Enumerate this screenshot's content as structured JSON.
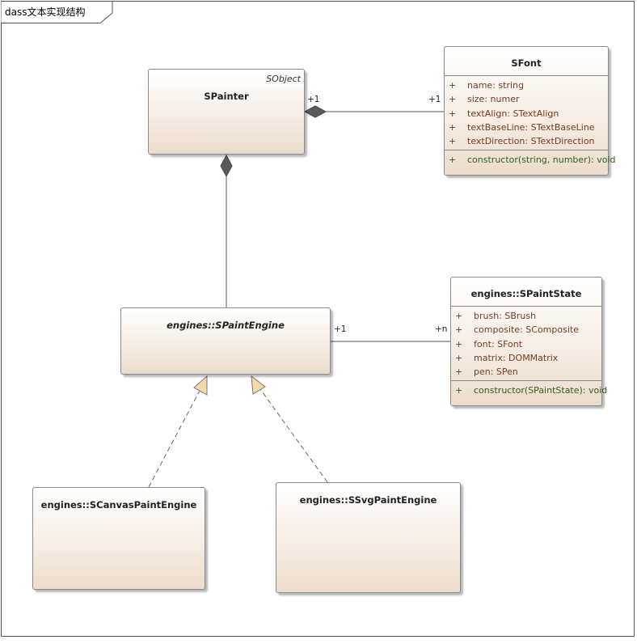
{
  "frame": {
    "title": "dass文本实现结构"
  },
  "classes": {
    "spainter": {
      "name": "SPainter",
      "stereotype": "SObject"
    },
    "sfont": {
      "name": "SFont",
      "attributes": [
        {
          "vis": "+",
          "text": "name: string"
        },
        {
          "vis": "+",
          "text": "size: numer"
        },
        {
          "vis": "+",
          "text": "textAlign: STextAlign"
        },
        {
          "vis": "+",
          "text": "textBaseLine: STextBaseLine"
        },
        {
          "vis": "+",
          "text": "textDirection: STextDirection"
        }
      ],
      "operations": [
        {
          "vis": "+",
          "text": "constructor(string, number): void"
        }
      ]
    },
    "spaintengine": {
      "name": "engines::SPaintEngine"
    },
    "spaintstate": {
      "name": "engines::SPaintState",
      "attributes": [
        {
          "vis": "+",
          "text": "brush: SBrush"
        },
        {
          "vis": "+",
          "text": "composite: SComposite"
        },
        {
          "vis": "+",
          "text": "font: SFont"
        },
        {
          "vis": "+",
          "text": "matrix: DOMMatrix"
        },
        {
          "vis": "+",
          "text": "pen: SPen"
        }
      ],
      "operations": [
        {
          "vis": "+",
          "text": "constructor(SPaintState): void"
        }
      ]
    },
    "scanvaspaintengine": {
      "name": "engines::SCanvasPaintEngine"
    },
    "ssvgpaintengine": {
      "name": "engines::SSvgPaintEngine"
    }
  },
  "associations": {
    "painter_font": {
      "source_mult": "+1",
      "target_mult": "+1"
    },
    "engine_state": {
      "source_mult": "+1",
      "target_mult": "+n"
    }
  }
}
